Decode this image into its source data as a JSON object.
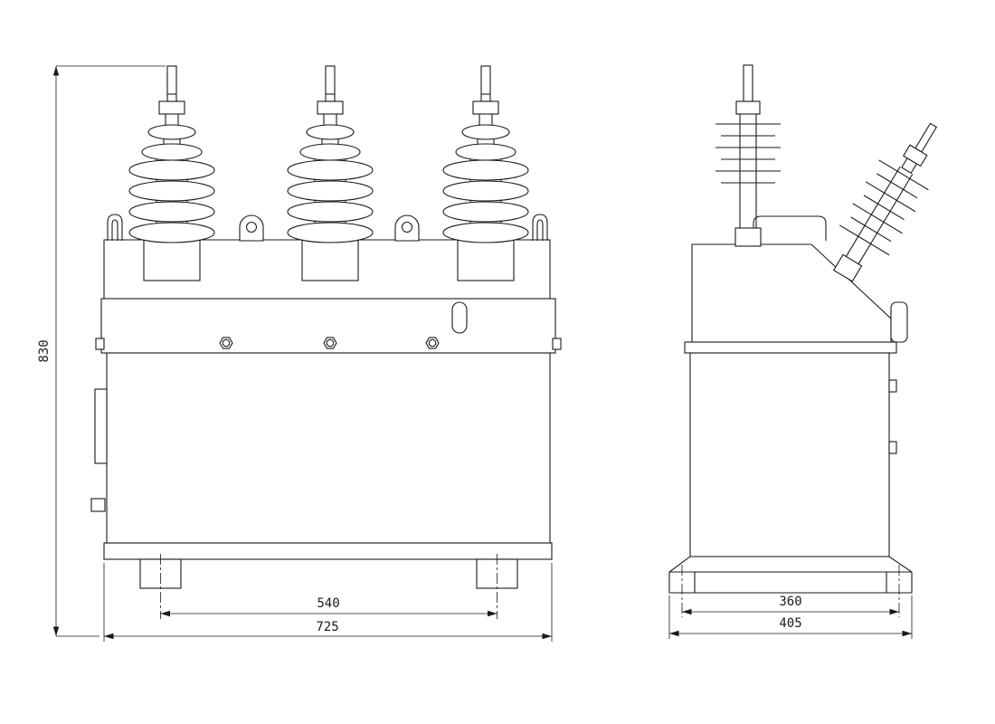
{
  "colors": {
    "background": "#ffffff",
    "line": "#1a1a1a"
  },
  "drawing": {
    "dimensions": {
      "overall_height": "830",
      "front_mounting_span": "540",
      "front_overall_width": "725",
      "side_mounting_span": "360",
      "side_overall_width": "405"
    }
  }
}
